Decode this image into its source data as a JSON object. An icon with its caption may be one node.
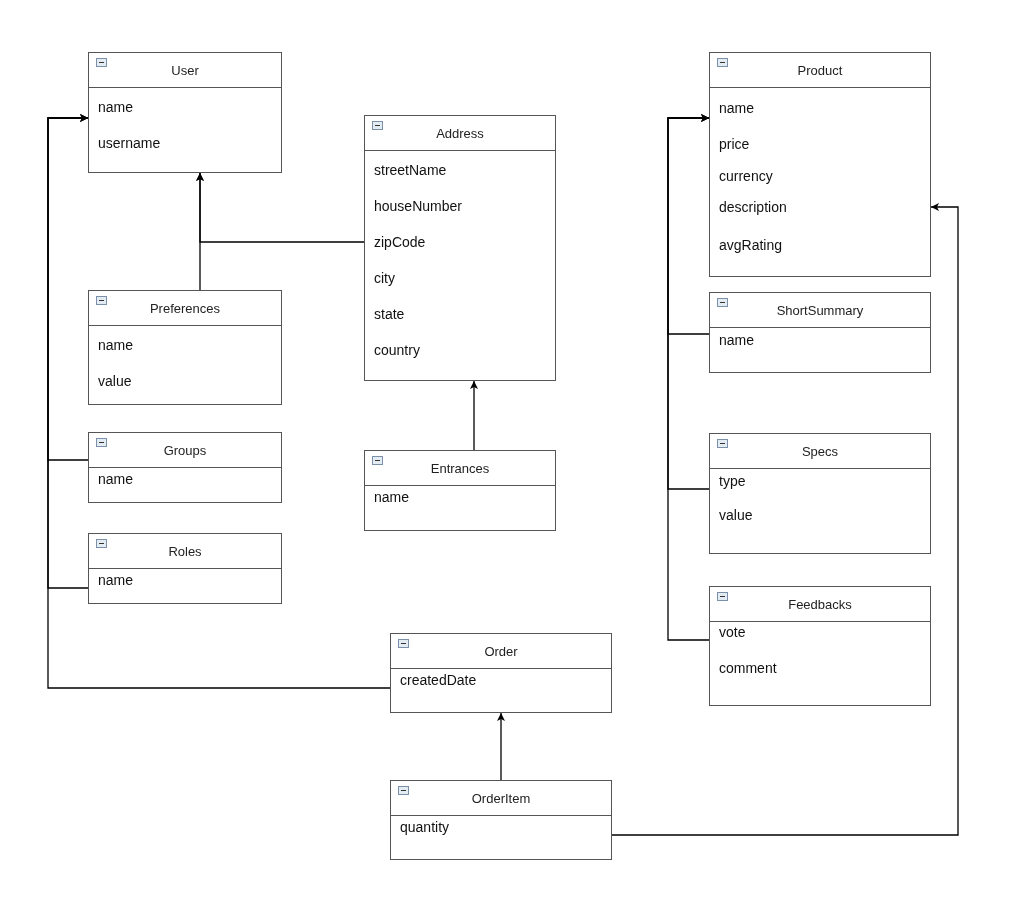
{
  "diagram": {
    "nodes": [
      {
        "text": [
          "User",
          "name",
          "username"
        ]
      },
      {
        "text": [
          "Address",
          "streetName",
          "houseNumber",
          "zipCode",
          "city",
          "state",
          "country"
        ]
      },
      {
        "text": [
          "Preferences",
          "name",
          "value"
        ]
      },
      {
        "text": [
          "Groups",
          "name"
        ]
      },
      {
        "text": [
          "Roles",
          "name"
        ]
      },
      {
        "text": [
          "Entrances",
          "name"
        ]
      },
      {
        "text": [
          "Order",
          "createdDate"
        ]
      },
      {
        "text": [
          "OrderItem",
          "quantity"
        ]
      },
      {
        "text": [
          "Product",
          "name",
          "price",
          "currency",
          "description",
          "avgRating"
        ]
      },
      {
        "text": [
          "ShortSummary",
          "name"
        ]
      },
      {
        "text": [
          "Specs",
          "type",
          "value"
        ]
      },
      {
        "text": [
          "Feedbacks",
          "vote",
          "comment"
        ]
      }
    ],
    "edges": [
      {
        "from": 2,
        "to": 0,
        "arrow": "to"
      },
      {
        "from": 1,
        "to": 0,
        "arrow": "to"
      },
      {
        "from": 3,
        "to": 0,
        "arrow": "to"
      },
      {
        "from": 4,
        "to": 0,
        "arrow": "to"
      },
      {
        "from": 6,
        "to": 0,
        "arrow": "to"
      },
      {
        "from": 5,
        "to": 1,
        "arrow": "to"
      },
      {
        "from": 7,
        "to": 6,
        "arrow": "to"
      },
      {
        "from": 9,
        "to": 8,
        "arrow": "to"
      },
      {
        "from": 10,
        "to": 8,
        "arrow": "to"
      },
      {
        "from": 11,
        "to": 8,
        "arrow": "to"
      },
      {
        "from": 7,
        "to": 8,
        "arrow": "to"
      }
    ]
  }
}
